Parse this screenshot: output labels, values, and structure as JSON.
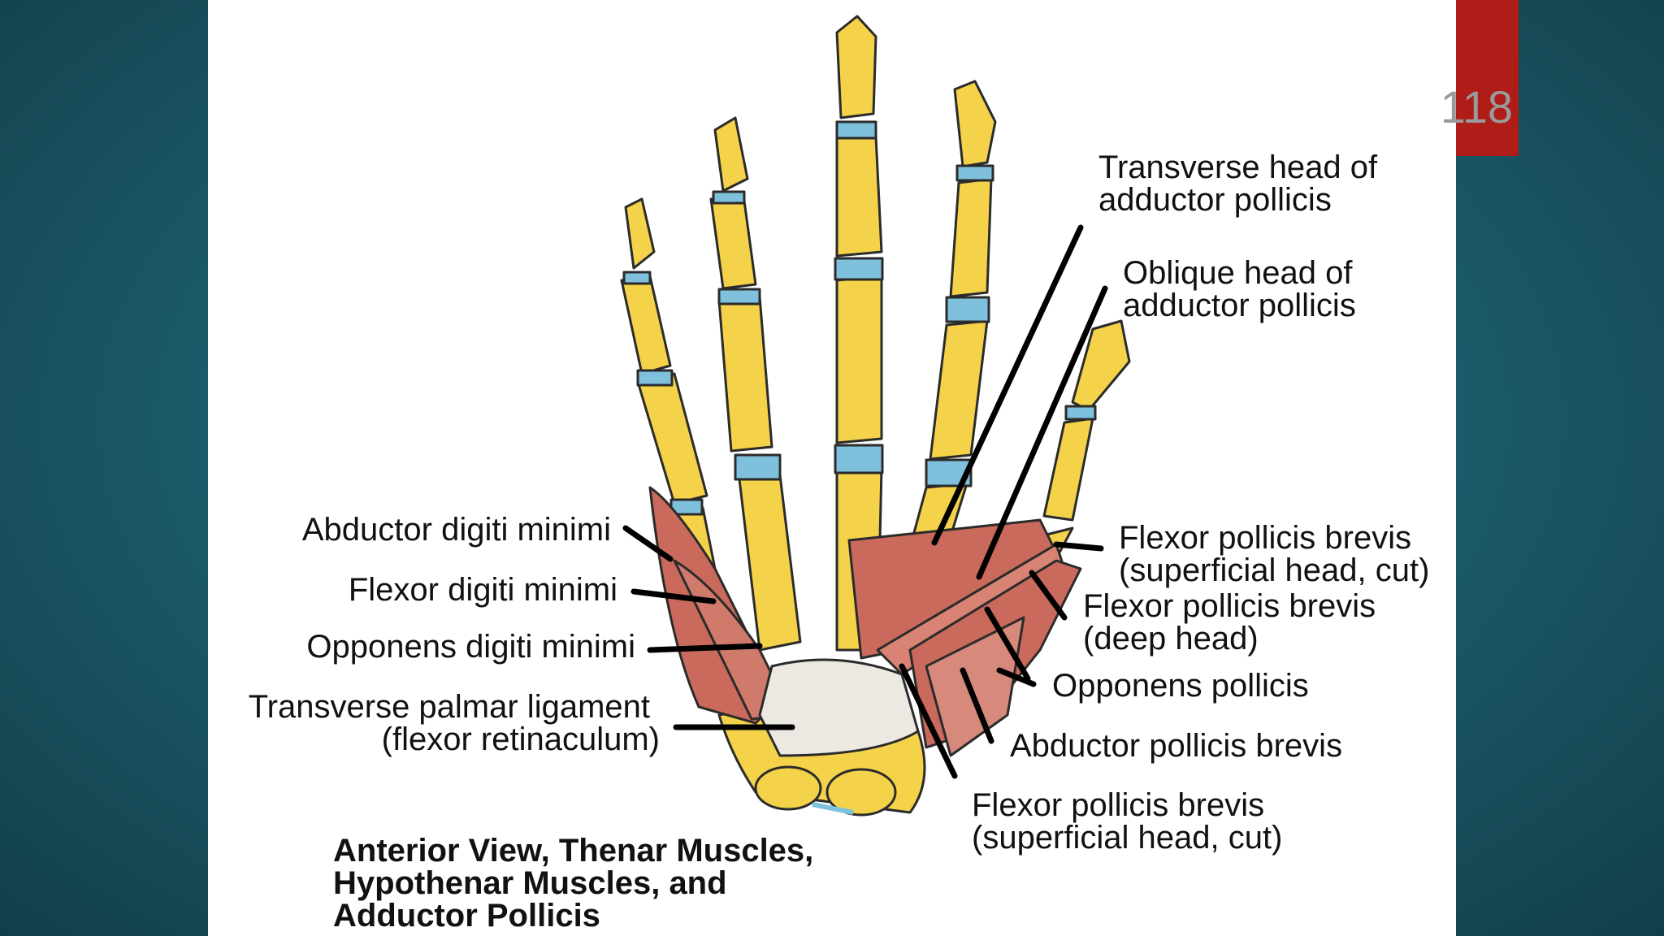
{
  "slide": {
    "page_number": "118"
  },
  "labels": {
    "transverse_head": [
      "Transverse head of",
      "adductor pollicis"
    ],
    "oblique_head": [
      "Oblique head of",
      "adductor pollicis"
    ],
    "abductor_digiti_minimi": "Abductor digiti minimi",
    "flexor_digiti_minimi": "Flexor digiti minimi",
    "opponens_digiti_minimi": "Opponens digiti minimi",
    "transverse_palmar": [
      "Transverse palmar ligament",
      "(flexor retinaculum)"
    ],
    "fpb_superficial_upper": [
      "Flexor pollicis brevis",
      "(superficial head, cut)"
    ],
    "fpb_deep": [
      "Flexor pollicis brevis",
      "(deep head)"
    ],
    "opponens_pollicis": "Opponens pollicis",
    "abductor_pollicis_brevis": "Abductor pollicis brevis",
    "fpb_superficial_lower": [
      "Flexor pollicis brevis",
      "(superficial head, cut)"
    ]
  },
  "caption": [
    "Anterior View, Thenar Muscles,",
    "Hypothenar Muscles, and",
    "Adductor Pollicis"
  ],
  "colors": {
    "bone": "#f4d24a",
    "cartilage": "#7fc1dd",
    "muscle": "#c96a5c",
    "ligament": "#ece9e2",
    "accent": "#b01c17"
  }
}
